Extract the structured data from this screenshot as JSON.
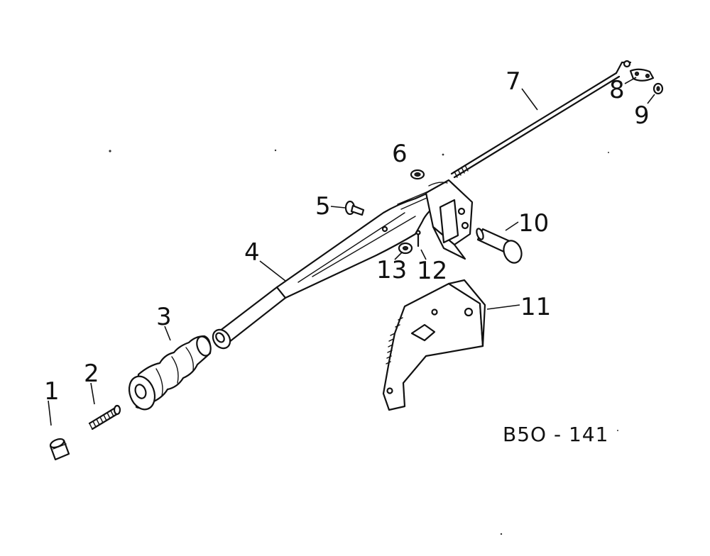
{
  "diagram": {
    "drawing_code": "B5O - 141",
    "callouts": [
      {
        "id": "c1",
        "label": "1",
        "part": "pin"
      },
      {
        "id": "c2",
        "label": "2",
        "part": "spring"
      },
      {
        "id": "c3",
        "label": "3",
        "part": "hand-grip"
      },
      {
        "id": "c4",
        "label": "4",
        "part": "lever"
      },
      {
        "id": "c5",
        "label": "5",
        "part": "bolt"
      },
      {
        "id": "c6",
        "label": "6",
        "part": "nut"
      },
      {
        "id": "c7",
        "label": "7",
        "part": "rod"
      },
      {
        "id": "c8",
        "label": "8",
        "part": "clip"
      },
      {
        "id": "c9",
        "label": "9",
        "part": "washer"
      },
      {
        "id": "c10",
        "label": "10",
        "part": "pivot-pin"
      },
      {
        "id": "c11",
        "label": "11",
        "part": "quadrant-bracket"
      },
      {
        "id": "c12",
        "label": "12",
        "part": "cotter-pin"
      },
      {
        "id": "c13",
        "label": "13",
        "part": "washer"
      }
    ]
  }
}
